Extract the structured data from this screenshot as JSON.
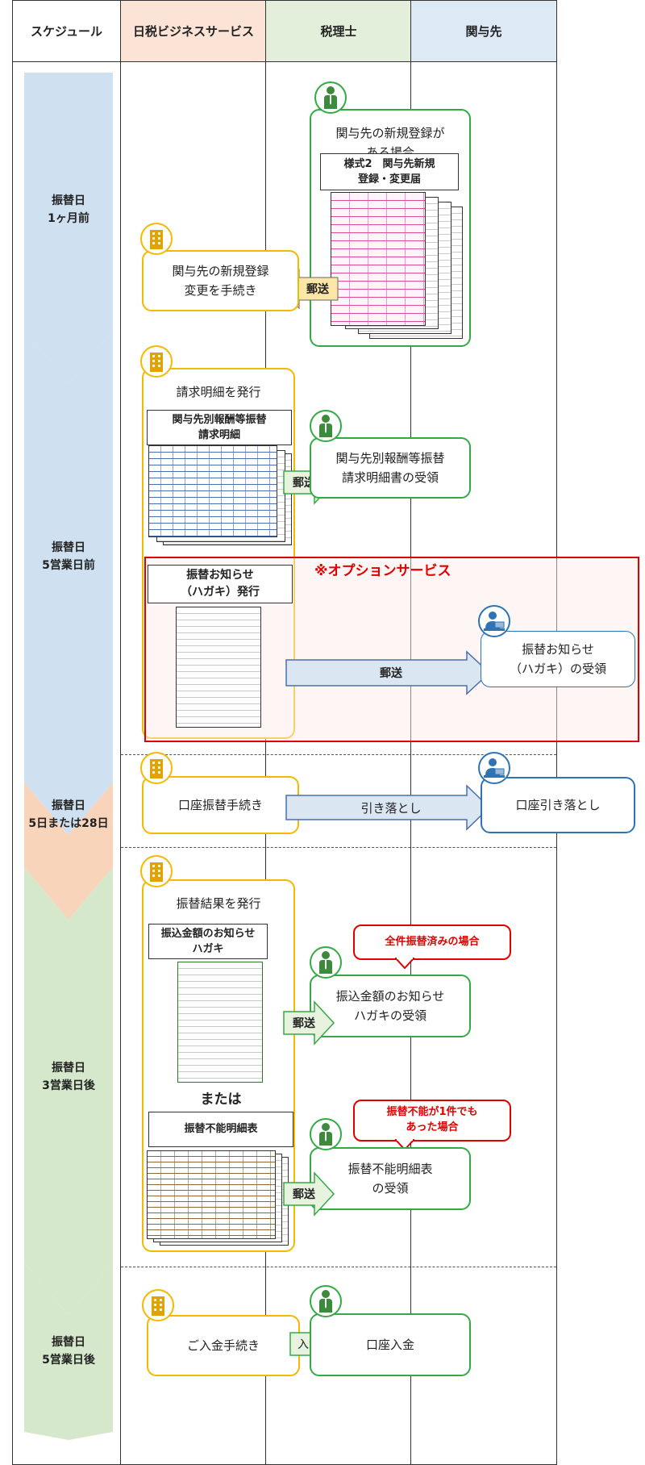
{
  "header": {
    "schedule": "スケジュール",
    "nikkei": "日税ビジネスサービス",
    "tax": "税理士",
    "client": "関与先"
  },
  "phases": [
    {
      "line1": "振替日",
      "line2": "1ヶ月前"
    },
    {
      "line1": "振替日",
      "line2": "5営業日前"
    },
    {
      "line1": "振替日",
      "line2": "5日または28日"
    },
    {
      "line1": "振替日",
      "line2": "3営業日後"
    },
    {
      "line1": "振替日",
      "line2": "5営業日後"
    }
  ],
  "step1": {
    "tax_box": {
      "line1": "関与先の新規登録が",
      "line2": "ある場合"
    },
    "form_label": {
      "line1": "様式2　関与先新規",
      "line2": "登録・変更届"
    },
    "arrow": "郵送",
    "nikkei_box": {
      "line1": "関与先の新規登録",
      "line2": "変更を手続き"
    }
  },
  "step2": {
    "nikkei_title": "請求明細を発行",
    "doc_label": {
      "line1": "関与先別報酬等振替",
      "line2": "請求明細"
    },
    "arrow": "郵送",
    "tax_box": {
      "line1": "関与先別報酬等振替",
      "line2": "請求明細書の受領"
    }
  },
  "option": {
    "title": "※オプションサービス",
    "doc_label": {
      "line1": "振替お知らせ",
      "line2": "（ハガキ）発行"
    },
    "arrow": "郵送",
    "client_box": {
      "line1": "振替お知らせ",
      "line2": "（ハガキ）の受領"
    }
  },
  "step3": {
    "nikkei_box": "口座振替手続き",
    "arrow": "引き落とし",
    "client_box": "口座引き落とし"
  },
  "step4": {
    "nikkei_title": "振替結果を発行",
    "doc1_label": {
      "line1": "振込金額のお知らせ",
      "line2": "ハガキ"
    },
    "or_text": "または",
    "doc2_label": "振替不能明細表",
    "callout1": "全件振替済みの場合",
    "callout2": {
      "line1": "振替不能が1件でも",
      "line2": "あった場合"
    },
    "arrow1": "郵送",
    "arrow2": "郵送",
    "tax_box1": {
      "line1": "振込金額のお知らせ",
      "line2": "ハガキの受領"
    },
    "tax_box2": {
      "line1": "振替不能明細表",
      "line2": "の受領"
    }
  },
  "step5": {
    "nikkei_box": "ご入金手続き",
    "arrow": "入金",
    "tax_box": "口座入金"
  },
  "colors": {
    "phase_blue": "#cfe0f1",
    "phase_orange": "#f8d4bb",
    "phase_green": "#d6e8cc",
    "hdr_nikkei": "#fbe4d6",
    "hdr_tax": "#e3efda",
    "hdr_client": "#ddeaf6",
    "box_orange": "#f5b800",
    "box_green": "#33aa44",
    "box_blue": "#2e74b5",
    "option_red": "#e00000"
  },
  "icons": [
    "building-icon",
    "businessman-icon",
    "person-at-computer-icon"
  ]
}
